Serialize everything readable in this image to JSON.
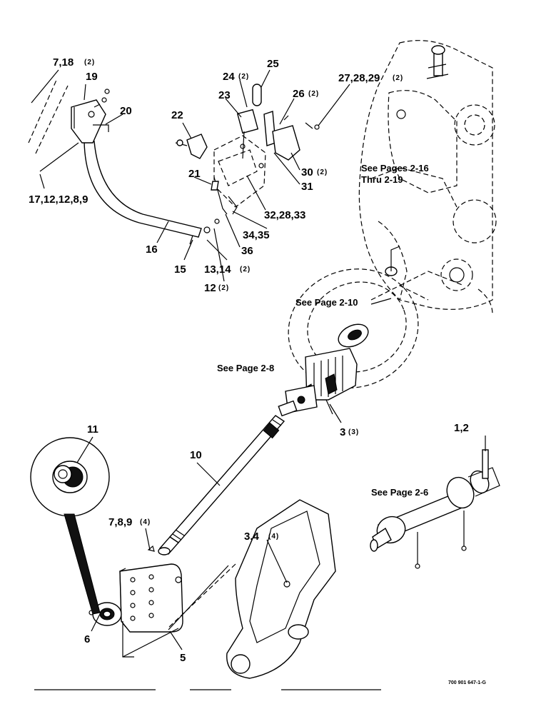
{
  "callouts": {
    "c_7_18": {
      "text": "7,18",
      "qty": "(2)"
    },
    "c_19": {
      "text": "19"
    },
    "c_20": {
      "text": "20"
    },
    "c_17": {
      "text": "17,12,12,8,9"
    },
    "c_16": {
      "text": "16"
    },
    "c_15": {
      "text": "15"
    },
    "c_13_14": {
      "text": "13,14",
      "qty": "(2)"
    },
    "c_12": {
      "text": "12",
      "qty": "(2)"
    },
    "c_22": {
      "text": "22"
    },
    "c_21": {
      "text": "21"
    },
    "c_23": {
      "text": "23"
    },
    "c_24": {
      "text": "24",
      "qty": "(2)"
    },
    "c_25": {
      "text": "25"
    },
    "c_26": {
      "text": "26",
      "qty": "(2)"
    },
    "c_27": {
      "text": "27,28,29",
      "qty": "(2)"
    },
    "c_30": {
      "text": "30",
      "qty": "(2)"
    },
    "c_31": {
      "text": "31"
    },
    "c_32": {
      "text": "32,28,33"
    },
    "c_34": {
      "text": "34,35"
    },
    "c_36": {
      "text": "36"
    },
    "c_3": {
      "text": "3",
      "qty": "(3)"
    },
    "c_10": {
      "text": "10"
    },
    "c_11": {
      "text": "11"
    },
    "c_7_8_9": {
      "text": "7,8,9",
      "qty": "(4)"
    },
    "c_6": {
      "text": "6"
    },
    "c_5": {
      "text": "5"
    },
    "c_3_4": {
      "text": "3,4",
      "qty": "(4)"
    },
    "c_1_2": {
      "text": "1,2"
    }
  },
  "references": {
    "pages_2_16_line1": "See Pages 2-16",
    "pages_2_16_line2": "Thru 2-19",
    "page_2_10": "See Page 2-10",
    "page_2_8": "See Page 2-8",
    "page_2_6": "See Page 2-6"
  },
  "footer": {
    "drawing_number": "700 901 647-1-G"
  }
}
